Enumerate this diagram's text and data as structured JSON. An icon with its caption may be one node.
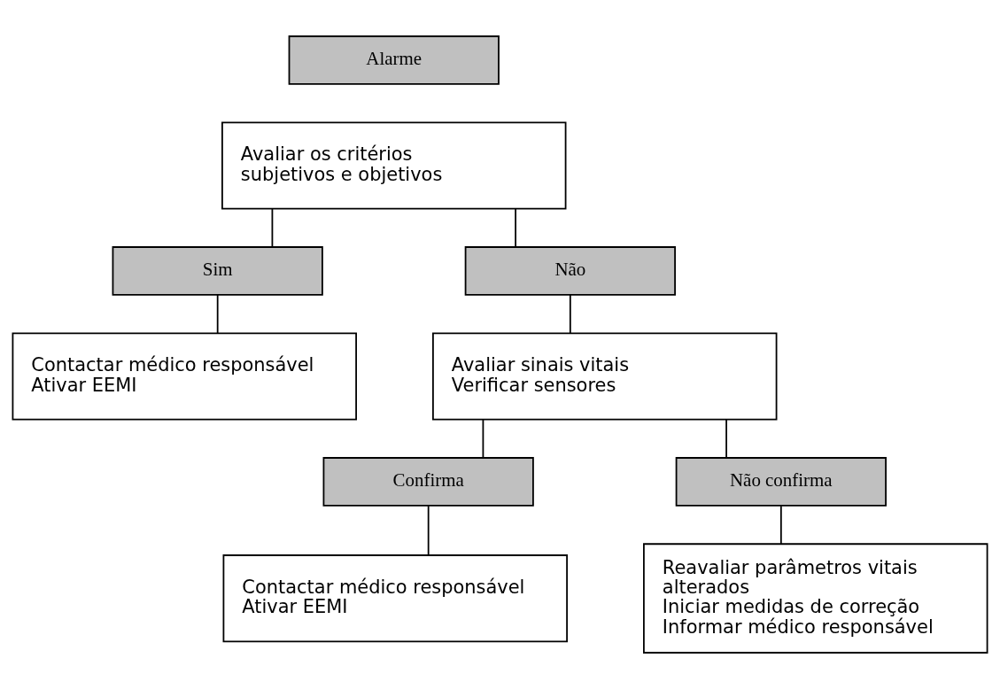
{
  "diagram": {
    "nodes": [
      {
        "text": [
          "Alarme"
        ]
      },
      {
        "text": [
          "Avaliar os critérios subjetivos e objetivos"
        ]
      },
      {
        "text": [
          "Sim"
        ]
      },
      {
        "text": [
          "Não"
        ]
      },
      {
        "text": [
          "Contactar médico responsável",
          "Ativar EEMI"
        ]
      },
      {
        "text": [
          "Avaliar sinais vitais",
          "Verificar sensores"
        ]
      },
      {
        "text": [
          "Confirma"
        ]
      },
      {
        "text": [
          "Não confirma"
        ]
      },
      {
        "text": [
          "Contactar médico responsável",
          "Ativar EEMI"
        ]
      },
      {
        "text": [
          "Reavaliar parâmetros vitais alterados",
          "Iniciar medidas de correção",
          "Informar médico responsável"
        ]
      }
    ],
    "edges": [
      {
        "from": 1,
        "to": 2,
        "arrow": "none"
      },
      {
        "from": 1,
        "to": 3,
        "arrow": "none"
      },
      {
        "from": 2,
        "to": 4,
        "arrow": "none"
      },
      {
        "from": 3,
        "to": 5,
        "arrow": "none"
      },
      {
        "from": 5,
        "to": 6,
        "arrow": "none"
      },
      {
        "from": 5,
        "to": 7,
        "arrow": "none"
      },
      {
        "from": 6,
        "to": 8,
        "arrow": "none"
      },
      {
        "from": 7,
        "to": 9,
        "arrow": "none"
      }
    ]
  }
}
